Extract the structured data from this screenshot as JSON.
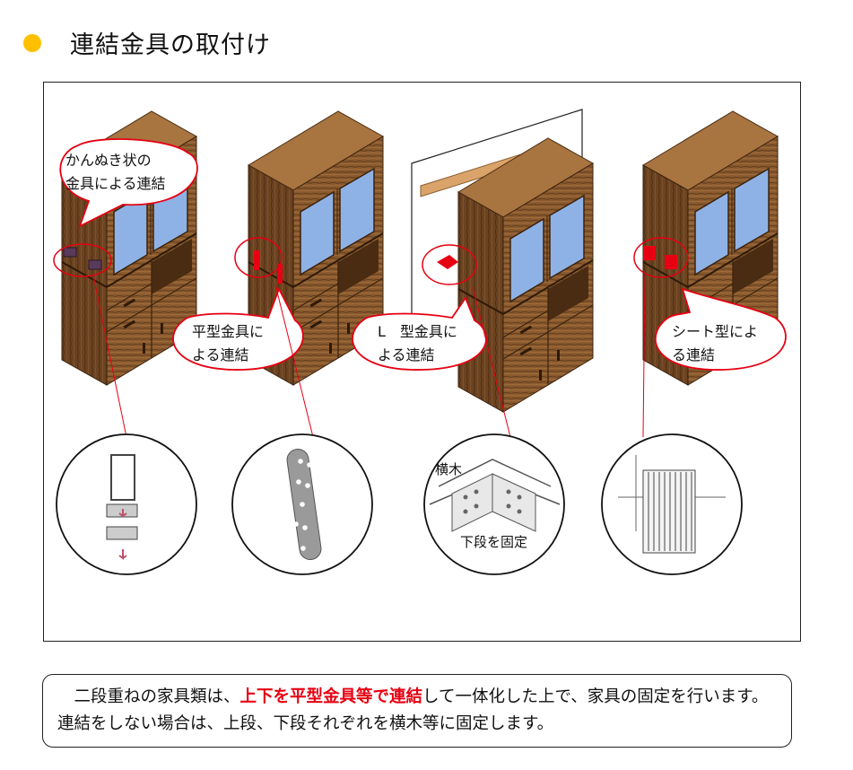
{
  "header": {
    "title": "連結金具の取付け",
    "bullet_color": "#ffc000"
  },
  "figure": {
    "callouts": [
      {
        "lines": [
          "かんぬき状の",
          "金具による連結"
        ]
      },
      {
        "lines": [
          "平型金具に",
          "よる連結"
        ]
      },
      {
        "lines": [
          "L　型金具に",
          "よる連結"
        ]
      },
      {
        "lines": [
          "シート型によ",
          "る連結"
        ]
      }
    ],
    "detail_labels": {
      "horizontal_bar": "横木",
      "lower_fixed": "下段を固定"
    },
    "colors": {
      "wood_dark": "#6b4321",
      "wood_mid": "#8a5a2e",
      "wood_light": "#a87440",
      "glass": "#8fb2e6",
      "callout_stroke": "#e60012",
      "fitting_red": "#e60012"
    }
  },
  "note": {
    "text_before": "　二段重ねの家具類は、",
    "text_emphasis": "上下を平型金具等で連結",
    "text_after": "して一体化した上で、家具の固定を行います。連結をしない場合は、上段、下段それぞれを横木等に固定します。"
  }
}
